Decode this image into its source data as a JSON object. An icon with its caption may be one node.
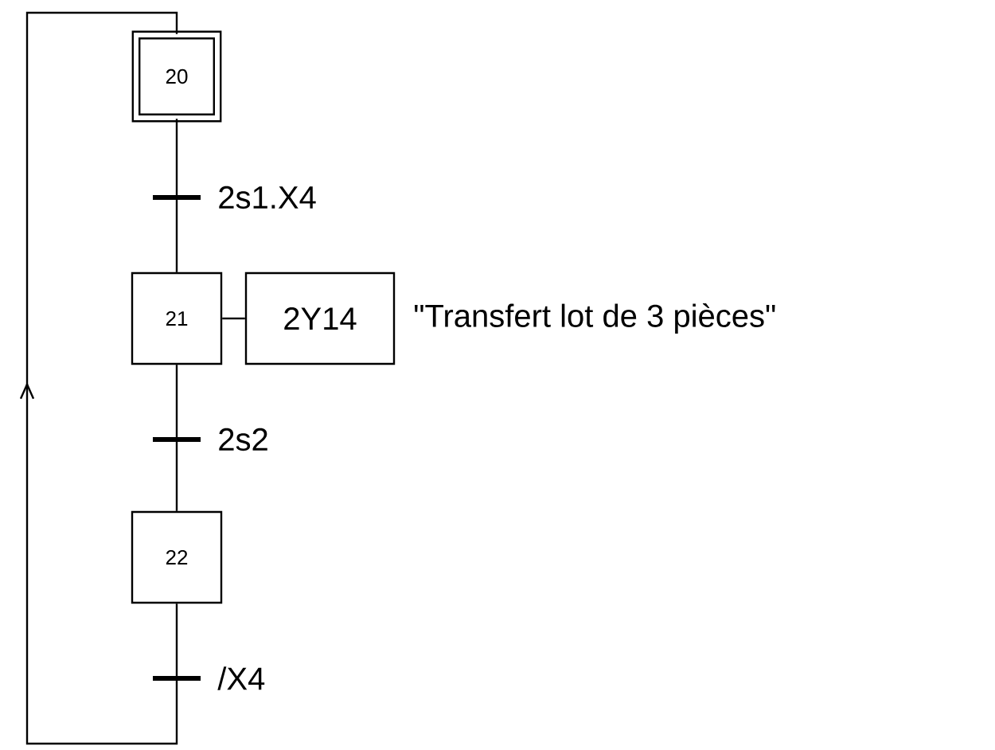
{
  "diagram": {
    "nodes": [
      {
        "text": [
          "20"
        ]
      },
      {
        "text": [
          "21"
        ]
      },
      {
        "text": [
          "2Y14"
        ],
        "beside": [
          "\"Transfert lot de 3 pièces\""
        ]
      },
      {
        "text": [
          "22"
        ]
      }
    ],
    "edges": [
      {
        "from": 0,
        "to": 1,
        "arrow": "none",
        "label": "2s1.X4"
      },
      {
        "from": 1,
        "to": 2,
        "arrow": "none"
      },
      {
        "from": 1,
        "to": 3,
        "arrow": "none",
        "label": "2s2"
      },
      {
        "from": 3,
        "to": 0,
        "arrow": "to",
        "label": "/X4"
      }
    ]
  }
}
